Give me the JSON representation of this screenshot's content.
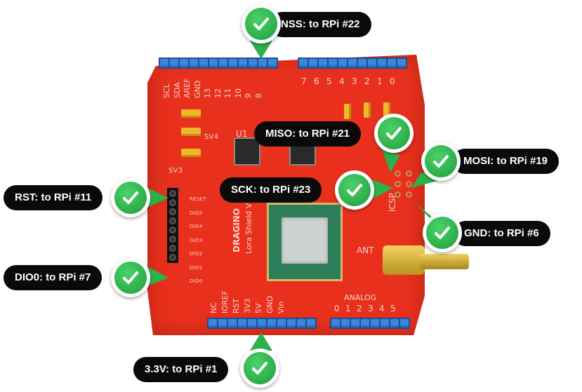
{
  "callouts": [
    {
      "id": "nss",
      "text": "NSS: to RPi #22"
    },
    {
      "id": "miso",
      "text": "MISO: to RPi #21"
    },
    {
      "id": "mosi",
      "text": "MOSI: to RPi #19"
    },
    {
      "id": "rst",
      "text": "RST: to RPi #11"
    },
    {
      "id": "sck",
      "text": "SCK: to RPi #23"
    },
    {
      "id": "gnd",
      "text": "GND: to RPi #6"
    },
    {
      "id": "dio0",
      "text": "DIO0: to RPi #7"
    },
    {
      "id": "v33",
      "text": "3.3V: to RPi #1"
    }
  ],
  "board": {
    "top_left_labels": [
      "SCL",
      "SDA",
      "AREF",
      "GND",
      "13",
      "12",
      "11",
      "10",
      "9",
      "8"
    ],
    "top_right_labels": [
      "7",
      "6",
      "5",
      "4",
      "3",
      "2",
      "1",
      "0"
    ],
    "left_header_labels": [
      "RESET",
      "DIO5",
      "DIO4",
      "DIO3",
      "DIO2",
      "DIO1",
      "DIO0"
    ],
    "bottom_left_labels": [
      "NC",
      "IOREF",
      "RST",
      "3V3",
      "5V",
      "GND",
      "Vin"
    ],
    "analog_label": "ANALOG",
    "analog_pins": [
      "0",
      "1",
      "2",
      "3",
      "4",
      "5"
    ],
    "brand": "DRAGINO",
    "product": "Lora Shield V1",
    "icsp": "ICSP",
    "ant": "ANT",
    "u1": "U1",
    "sv3": "SV3",
    "sv4": "SV4"
  },
  "colors": {
    "board": "#e8301c",
    "header": "#3d86d8",
    "badge": "#2bb24c",
    "callout_bg": "#0a0a0a"
  }
}
